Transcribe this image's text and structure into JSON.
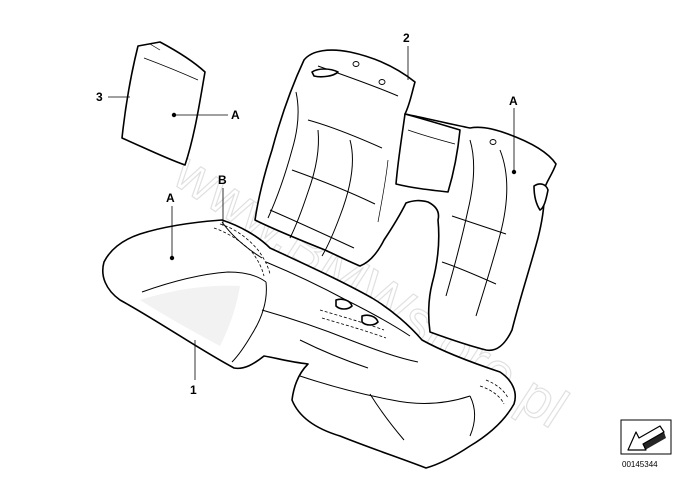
{
  "diagram": {
    "watermark": "www.BMWstore.pl",
    "diagram_id": "00145344",
    "callouts": {
      "part_1": "1",
      "part_2": "2",
      "part_3": "3",
      "label_a_cover": "A",
      "label_a_backrest": "A",
      "label_a_cushion": "A",
      "label_b_cushion": "B"
    },
    "icons": {
      "view_direction": "arrow-down-left-icon"
    }
  }
}
